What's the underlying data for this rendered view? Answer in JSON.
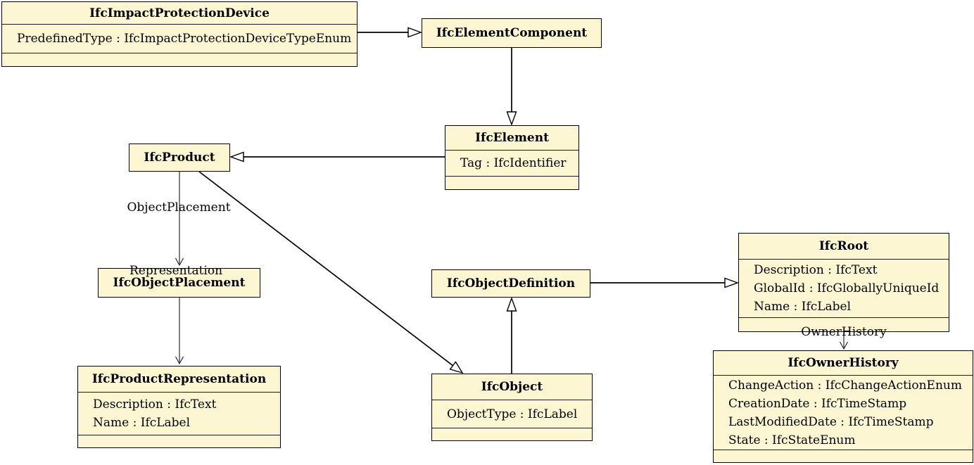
{
  "diagram": {
    "type": "uml-class-diagram",
    "subject": "IFC entity inheritance and associations",
    "background_color": "#ffffff",
    "box_fill_color": "#fcf6d2",
    "box_border_color": "#000000",
    "text_color": "#000000"
  },
  "classes": [
    {
      "name": "IfcImpactProtectionDevice",
      "attributes": [
        "PredefinedType : IfcImpactProtectionDeviceTypeEnum"
      ]
    },
    {
      "name": "IfcElementComponent",
      "attributes": []
    },
    {
      "name": "IfcElement",
      "attributes": [
        "Tag : IfcIdentifier"
      ]
    },
    {
      "name": "IfcProduct",
      "attributes": []
    },
    {
      "name": "IfcObjectPlacement",
      "attributes": []
    },
    {
      "name": "IfcProductRepresentation",
      "attributes": [
        "Description : IfcText",
        "Name : IfcLabel"
      ]
    },
    {
      "name": "IfcObjectDefinition",
      "attributes": []
    },
    {
      "name": "IfcObject",
      "attributes": [
        "ObjectType : IfcLabel"
      ]
    },
    {
      "name": "IfcRoot",
      "attributes": [
        "Description : IfcText",
        "GlobalId : IfcGloballyUniqueId",
        "Name : IfcLabel"
      ]
    },
    {
      "name": "IfcOwnerHistory",
      "attributes": [
        "ChangeAction : IfcChangeActionEnum",
        "CreationDate : IfcTimeStamp",
        "LastModifiedDate : IfcTimeStamp",
        "State : IfcStateEnum"
      ]
    }
  ],
  "edge_labels": {
    "object_placement": "ObjectPlacement",
    "representation": "Representation",
    "owner_history": "OwnerHistory"
  },
  "relationships": [
    {
      "from": "IfcImpactProtectionDevice",
      "to": "IfcElementComponent",
      "type": "generalization",
      "label": ""
    },
    {
      "from": "IfcElementComponent",
      "to": "IfcElement",
      "type": "generalization",
      "label": ""
    },
    {
      "from": "IfcElement",
      "to": "IfcProduct",
      "type": "generalization",
      "label": ""
    },
    {
      "from": "IfcProduct",
      "to": "IfcObjectPlacement",
      "type": "association",
      "label": "ObjectPlacement"
    },
    {
      "from": "IfcProduct",
      "to": "IfcProductRepresentation",
      "type": "association",
      "label": "Representation"
    },
    {
      "from": "IfcProduct",
      "to": "IfcObject",
      "type": "generalization",
      "label": ""
    },
    {
      "from": "IfcObject",
      "to": "IfcObjectDefinition",
      "type": "generalization",
      "label": ""
    },
    {
      "from": "IfcObjectDefinition",
      "to": "IfcRoot",
      "type": "generalization",
      "label": ""
    },
    {
      "from": "IfcRoot",
      "to": "IfcOwnerHistory",
      "type": "association",
      "label": "OwnerHistory"
    }
  ]
}
